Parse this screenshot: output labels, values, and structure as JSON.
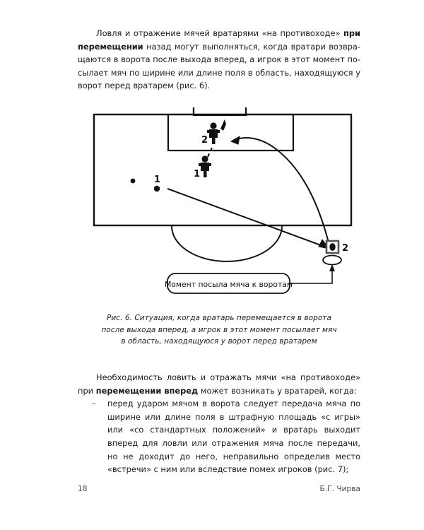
{
  "document": {
    "language": "ru",
    "page_number": "18",
    "author_running_head": "Б.Г. Чирва"
  },
  "paragraph_1": {
    "line_1_a": "Ловля и отражение мячей вратарями «на противоходе» ",
    "line_1_b_bold": "при",
    "line_2_bold": "перемещении",
    "line_2_rest": " назад могут выполняться, когда вратари возвра-",
    "line_3": "щаются в ворота после выхода вперед, а игрок в этот момент по-",
    "line_4": "сылает мяч по ширине или длине поля в область, находящуюся у",
    "line_5": "ворот перед вратарем (рис. 6)."
  },
  "figure": {
    "callout_label": "Момент посыла мяча к воротам",
    "marker_keeper_forward": "2",
    "marker_keeper_start": "1",
    "marker_ball_start": "1",
    "marker_ball_end": "2",
    "caption_line_1": "Рис. 6. Ситуация, когда вратарь перемещается в ворота",
    "caption_line_2": "после выхода вперед, а игрок в этот момент посылает мяч",
    "caption_line_3": "в область, находящуюся у ворот перед вратарем"
  },
  "paragraph_2": {
    "line_1": "Необходимость ловить и отражать мячи «на противоходе» при",
    "line_2_bold": "перемещении вперед",
    "line_2_rest": " может возникать у вратарей, когда:"
  },
  "bullet_list": {
    "bullet_glyph": "–",
    "items": [
      {
        "lines": [
          "перед ударом мячом в ворота следует передача мяча по",
          "ширине или длине поля в штрафную площадь «с игры» или",
          "«со стандартных положений» и вратарь выходит вперед для",
          "ловли или отражения мяча после передачи, но не доходит",
          "до него, неправильно определив место «встречи» с ним или",
          "вследствие помех игроков (рис. 7);"
        ]
      }
    ]
  },
  "colors": {
    "ink": "#1b1b1b",
    "line": "#111111",
    "footer": "#4a4a4a",
    "paper": "#ffffff"
  }
}
